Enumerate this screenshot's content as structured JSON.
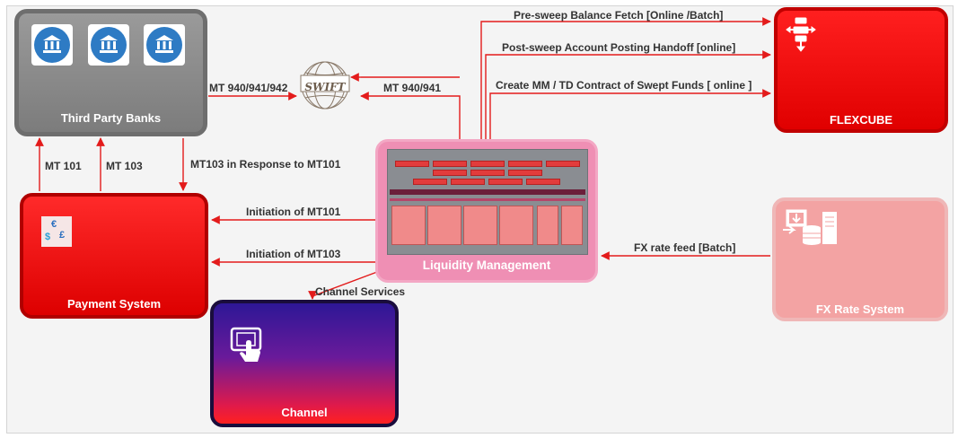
{
  "nodes": {
    "third_party_banks": "Third Party Banks",
    "swift": "SWIFT",
    "flexcube": "FLEXCUBE",
    "liquidity_management": "Liquidity Management",
    "payment_system": "Payment System",
    "fx_rate_system": "FX Rate System",
    "channel": "Channel"
  },
  "edges": {
    "pre_sweep": "Pre-sweep Balance Fetch [Online /Batch]",
    "post_sweep": "Post-sweep  Account Posting Handoff  [online]",
    "create_mm": "Create MM / TD Contract of Swept Funds [ online ]",
    "mt940_banks": "MT 940/941/942",
    "mt940_swift": "MT 940/941",
    "mt101": "MT 101",
    "mt103": "MT 103",
    "mt103_response": "MT103 in Response to MT101",
    "init_mt101": "Initiation of MT101",
    "init_mt103": "Initiation of MT103",
    "fx_feed": "FX rate feed [Batch]",
    "channel_services": "Channel Services"
  },
  "colors": {
    "wire": "#e31b1b",
    "flexcube": "#e60000",
    "payment": "#e60000",
    "fx": "#f3a3a3",
    "lm": "#ef8fb4",
    "banks": "#8c8c8c"
  },
  "icons": {
    "banks": [
      "bank-icon",
      "bank-icon",
      "bank-icon"
    ],
    "swift": "swift-globe-icon",
    "flexcube": "flexcube-network-icon",
    "payment": "currency-exchange-icon",
    "fx": "database-server-icon",
    "channel": "touch-screen-icon"
  }
}
